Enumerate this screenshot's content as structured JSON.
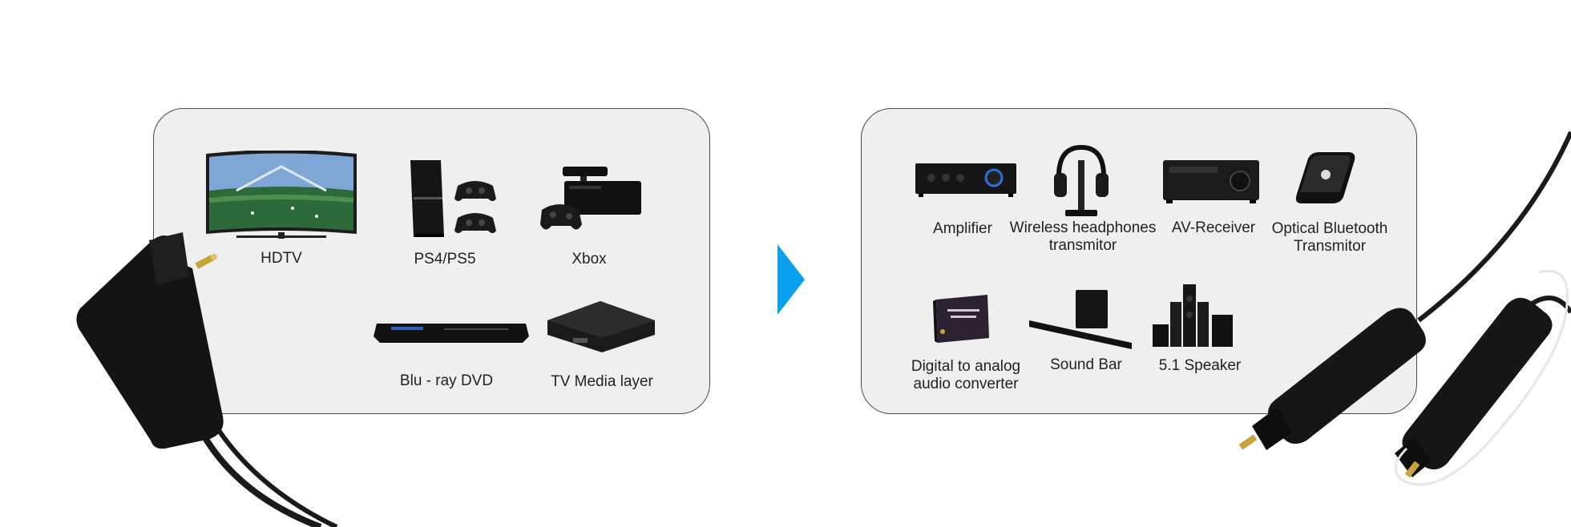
{
  "sources": {
    "hdtv": "HDTV",
    "ps": "PS4/PS5",
    "xbox": "Xbox",
    "bluray": "Blu - ray DVD",
    "media": "TV Media layer"
  },
  "destinations": {
    "amplifier": "Amplifier",
    "headphones_line1": "Wireless headphones",
    "headphones_line2": "transmitor",
    "av_receiver": "AV-Receiver",
    "bluetooth_line1": "Optical Bluetooth",
    "bluetooth_line2": "Transmitor",
    "converter_line1": "Digital to analog",
    "converter_line2": "audio converter",
    "soundbar": "Sound Bar",
    "speaker": "5.1 Speaker"
  },
  "colors": {
    "panel_bg": "#efefef",
    "panel_border": "#4a4a4a",
    "arrow": "#0aa0ee",
    "cable": "#1a1a1a",
    "gold": "#c9a23a"
  },
  "icons": [
    "tv-icon",
    "console-icon",
    "gamepad-icon",
    "xbox-icon",
    "bluray-player-icon",
    "media-box-icon",
    "amplifier-icon",
    "headphones-icon",
    "av-receiver-icon",
    "bluetooth-transmitter-icon",
    "dac-converter-icon",
    "soundbar-icon",
    "speaker-system-icon",
    "arrow-right-icon",
    "optical-cable-icon"
  ]
}
